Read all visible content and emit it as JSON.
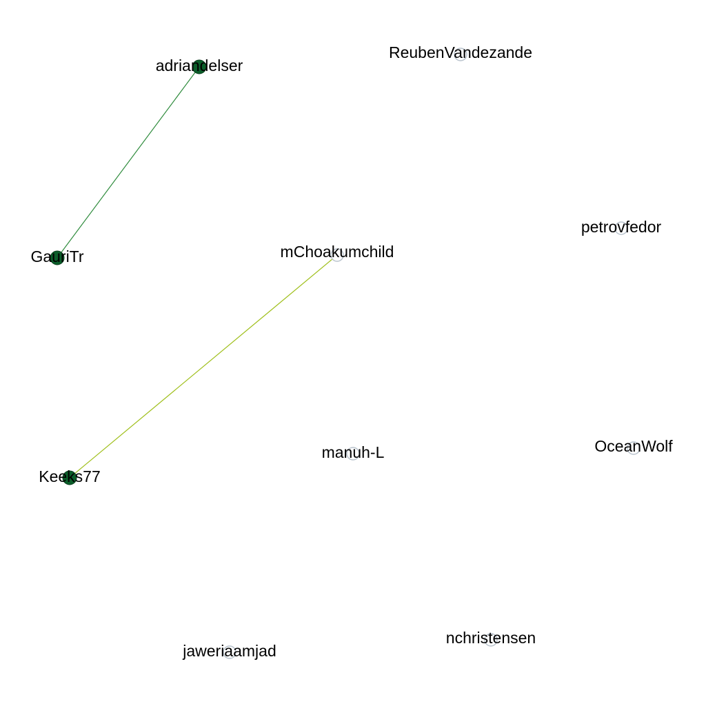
{
  "graph": {
    "nodes": [
      {
        "id": "adriandelser",
        "label": "adriandelser",
        "style": "filled"
      },
      {
        "id": "GauriTr",
        "label": "GauriTr",
        "style": "filled"
      },
      {
        "id": "Keeks77",
        "label": "Keeks77",
        "style": "filled"
      },
      {
        "id": "mChoakumchild",
        "label": "mChoakumchild",
        "style": "hollow"
      },
      {
        "id": "ReubenVandezande",
        "label": "ReubenVandezande",
        "style": "hollow"
      },
      {
        "id": "petrovfedor",
        "label": "petrovfedor",
        "style": "hollow"
      },
      {
        "id": "manuh-L",
        "label": "manuh-L",
        "style": "hollow"
      },
      {
        "id": "OceanWolf",
        "label": "OceanWolf",
        "style": "hollow"
      },
      {
        "id": "jaweriaamjad",
        "label": "jaweriaamjad",
        "style": "hollow"
      },
      {
        "id": "nchristensen",
        "label": "nchristensen",
        "style": "hollow"
      }
    ],
    "edges": [
      {
        "source": "adriandelser",
        "target": "GauriTr",
        "color": "#2e8b3c"
      },
      {
        "source": "mChoakumchild",
        "target": "Keeks77",
        "color": "#9fbf1a"
      }
    ]
  },
  "colors": {
    "filled_node_fill": "#0b5e2a",
    "filled_node_stroke": "#0a3d1c",
    "hollow_node_fill": "#ffffff",
    "hollow_node_stroke": "#b8c2cc",
    "label": "#000000"
  }
}
